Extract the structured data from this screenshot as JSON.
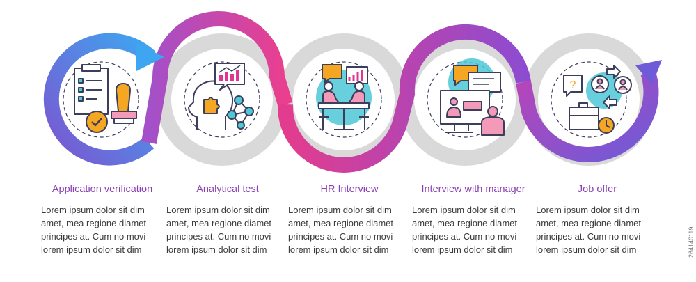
{
  "steps": [
    {
      "id": "application-verification",
      "title": "Application verification",
      "text": "Lorem ipsum dolor sit dim amet, mea regione diamet principes at. Cum no movi lorem ipsum dolor sit dim",
      "icon": "clipboard-stamp-icon"
    },
    {
      "id": "analytical-test",
      "title": "Analytical test",
      "text": "Lorem ipsum dolor sit dim amet, mea regione diamet principes at. Cum no movi lorem ipsum dolor sit dim",
      "icon": "head-puzzle-chart-icon"
    },
    {
      "id": "hr-interview",
      "title": "HR Interview",
      "text": "Lorem ipsum dolor sit dim amet, mea regione diamet principes at. Cum no movi lorem ipsum dolor sit dim",
      "icon": "meeting-table-icon"
    },
    {
      "id": "interview-with-manager",
      "title": "Interview with manager",
      "text": "Lorem ipsum dolor sit dim amet, mea regione diamet principes at. Cum no movi lorem ipsum dolor sit dim",
      "icon": "video-call-icon"
    },
    {
      "id": "job-offer",
      "title": "Job offer",
      "text": "Lorem ipsum dolor sit dim amet, mea regione diamet principes at. Cum no movi lorem ipsum dolor sit dim",
      "icon": "briefcase-clock-icon"
    }
  ],
  "side_code": "264140119",
  "colors": {
    "blue": "#3ea6f0",
    "purple": "#7b56d0",
    "magenta": "#e0368f",
    "violet": "#9b45c7",
    "gray_ring": "#d9d9d9",
    "teal": "#4ec7d6",
    "pink": "#f39ab8",
    "orange": "#f5a623",
    "stroke": "#3d3d5c",
    "title": "#8a3fb6"
  }
}
